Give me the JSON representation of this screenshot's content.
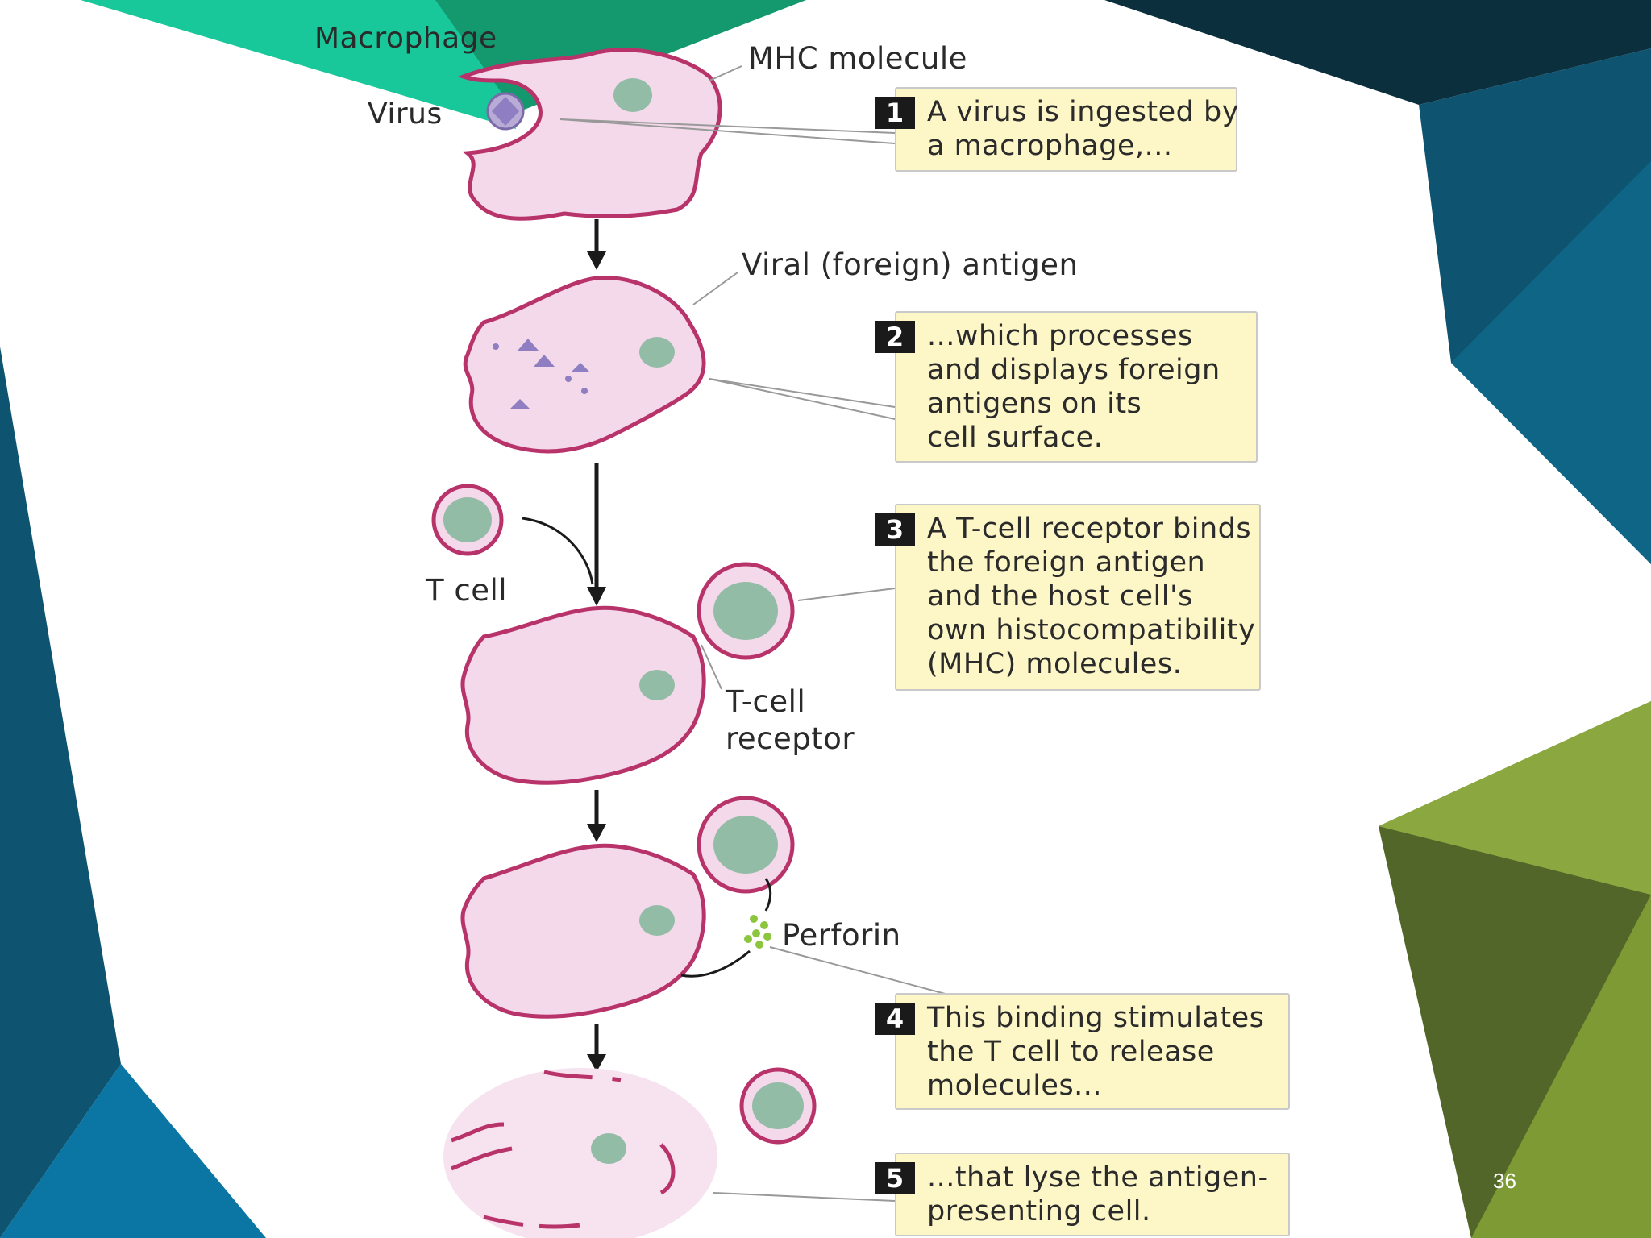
{
  "labels": {
    "macrophage": "Macrophage",
    "virus": "Virus",
    "mhc_molecule": "MHC molecule",
    "viral_antigen": "Viral (foreign) antigen",
    "t_cell": "T cell",
    "t_cell_receptor": "T-cell\nreceptor",
    "perforin": "Perforin"
  },
  "steps": [
    {
      "number": "1",
      "text": "A virus is ingested by\na macrophage,..."
    },
    {
      "number": "2",
      "text": "...which processes\nand displays foreign\nantigens on its\ncell surface."
    },
    {
      "number": "3",
      "text": "A T-cell receptor binds\nthe foreign antigen\nand the host cell's\nown histocompatibility\n(MHC) molecules."
    },
    {
      "number": "4",
      "text": "This binding stimulates\nthe T cell to release\nmolecules..."
    },
    {
      "number": "5",
      "text": "...that lyse the antigen-\npresenting cell."
    }
  ],
  "slide_number": "36",
  "colors": {
    "membrane": "#b8336a",
    "cytoplasm": "#f3d9ea",
    "nucleus": "#93bca7",
    "callout": "#fdf6c6",
    "teal_dark": "#0e5470",
    "green_accent": "#7e9a35"
  }
}
